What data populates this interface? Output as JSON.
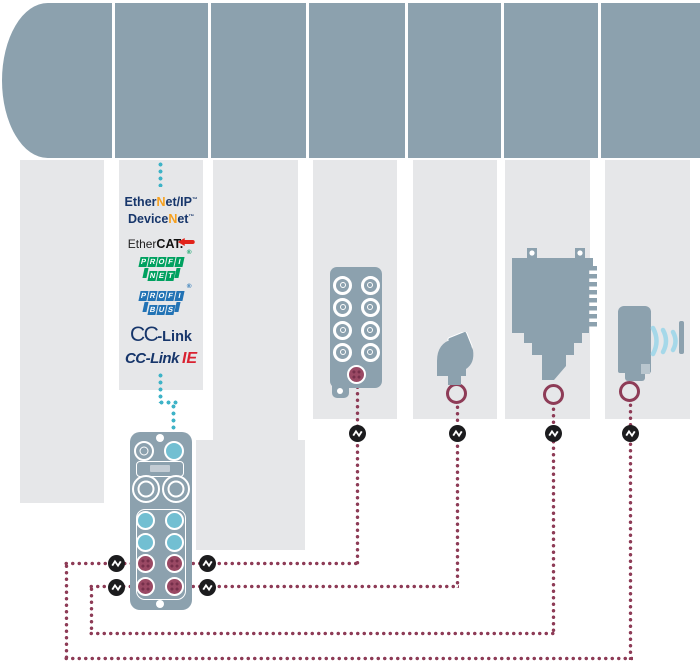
{
  "colors": {
    "slate": "#8CA1AE",
    "column": "#E6E7E9",
    "teal": "#3EB3C7",
    "tealPort": "#72BFD2",
    "maroon": "#8E3C57",
    "maroonPort": "#9A4964",
    "maroonPortDot": "#76304B",
    "iconBlack": "#1C1C1E",
    "navy": "#17366B",
    "orange": "#F6A01E",
    "ethercatRed": "#E2231A",
    "profinetGreen": "#00A160",
    "profibusBlue": "#2273B5",
    "cclinkRed": "#D92231",
    "displayInner": "#C3CCD4",
    "waveBlue": "#A5D8E9",
    "lightChip": "#B9C6CE",
    "white": "#FFFFFF"
  },
  "protocols": {
    "ethernet_ip": {
      "pre": "Ether",
      "n": "N",
      "post": "et/IP",
      "tm": "™"
    },
    "devicenet": {
      "pre": "Device",
      "n": "N",
      "post": "et",
      "tm": "™"
    },
    "ethercat": {
      "pre": "Ether",
      "bold": "CAT."
    },
    "profinet": {
      "row1": "PROFI",
      "row2": "NET",
      "reg": "®"
    },
    "profibus": {
      "row1": "PROFI",
      "row2": "BUS",
      "reg": "®"
    },
    "cclink": {
      "cc": "CC",
      "rest": "-Link"
    },
    "cclink_ie": {
      "base": "CC-Link",
      "suffix": "IE"
    }
  },
  "icons": {
    "iolink_badge": "io-link-communication-icon",
    "network_line": "teal-dotted-fieldbus-line",
    "device_line": "maroon-dotted-io-link-line"
  }
}
